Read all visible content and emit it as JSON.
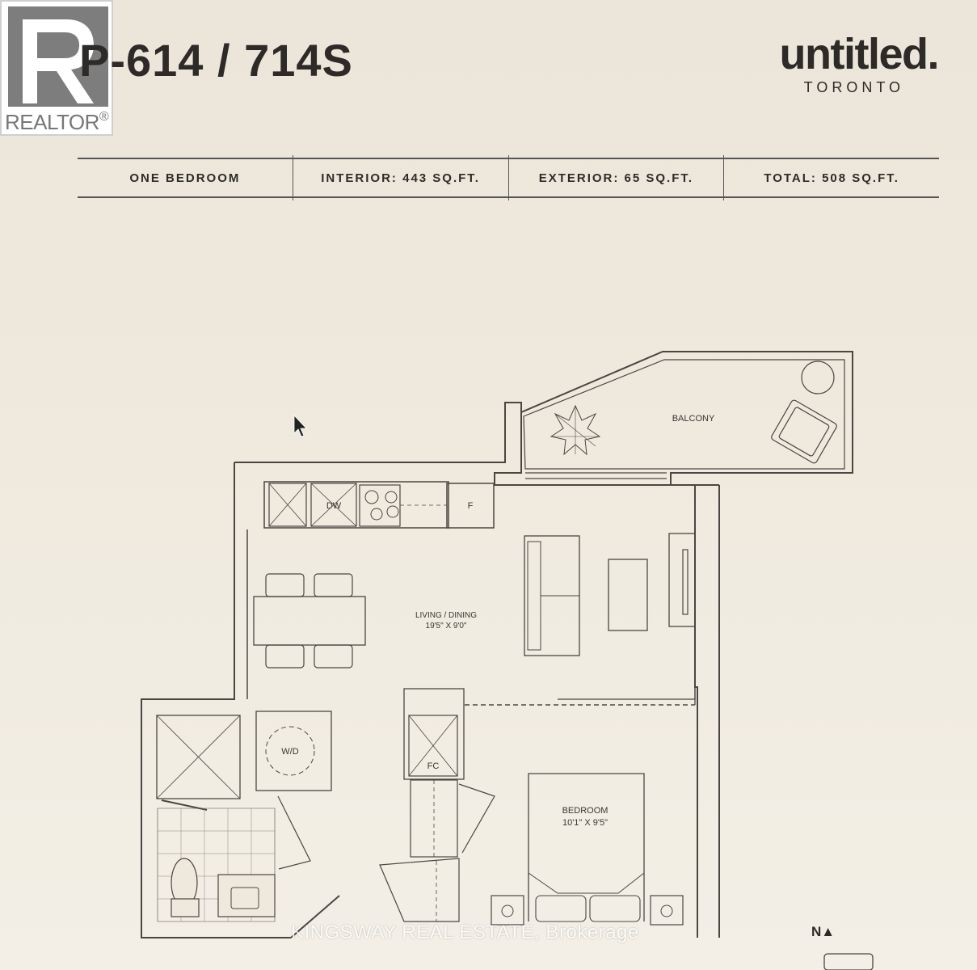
{
  "logo": {
    "text": "REALTOR",
    "mark": "®"
  },
  "header": {
    "unit_title": "P-614 / 714S",
    "brand_name": "untitled.",
    "brand_city": "TORONTO"
  },
  "specs": [
    "ONE BEDROOM",
    "INTERIOR: 443 SQ.FT.",
    "EXTERIOR: 65 SQ.FT.",
    "TOTAL: 508 SQ.FT."
  ],
  "rooms": {
    "balcony": "BALCONY",
    "living_name": "LIVING / DINING",
    "living_dims": "19'5\" X 9'0\"",
    "bedroom_name": "BEDROOM",
    "bedroom_dims": "10'1\" X 9'5\"",
    "dishwasher": "DW",
    "fridge": "F",
    "washer_dryer": "W/D",
    "coat_closet": "FC"
  },
  "watermark": "KINGSWAY REAL ESTATE, Brokerage",
  "north_label": "N▲",
  "colors": {
    "line": "#4a4642",
    "paper": "#efe9dd",
    "ink": "#2d2a28"
  }
}
